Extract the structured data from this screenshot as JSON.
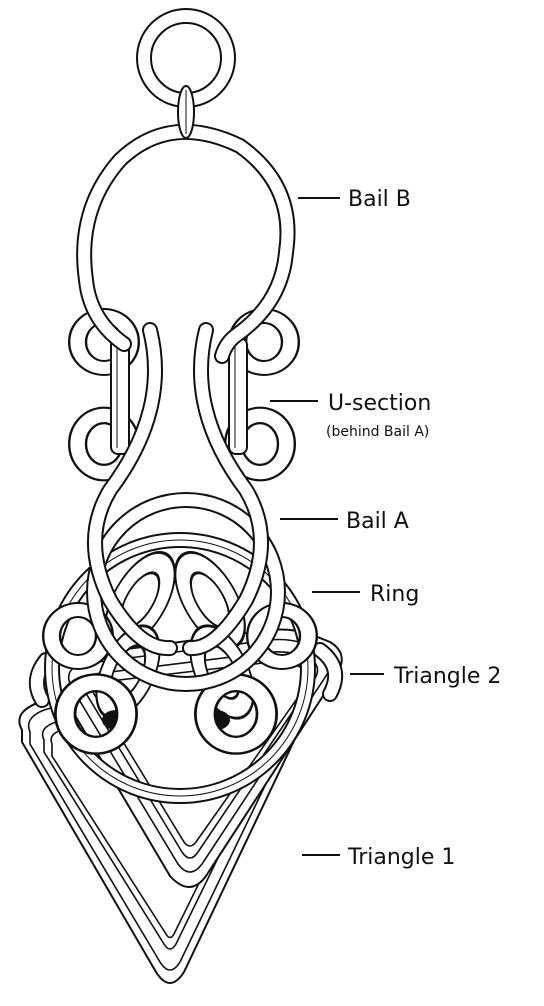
{
  "labels": {
    "bail_b": "Bail B",
    "u_section": "U-section",
    "u_section_note": "(behind Bail A)",
    "bail_a": "Bail A",
    "ring": "Ring",
    "triangle_2": "Triangle 2",
    "triangle_1": "Triangle 1"
  },
  "colors": {
    "line": "#111111",
    "background": "#ffffff"
  }
}
